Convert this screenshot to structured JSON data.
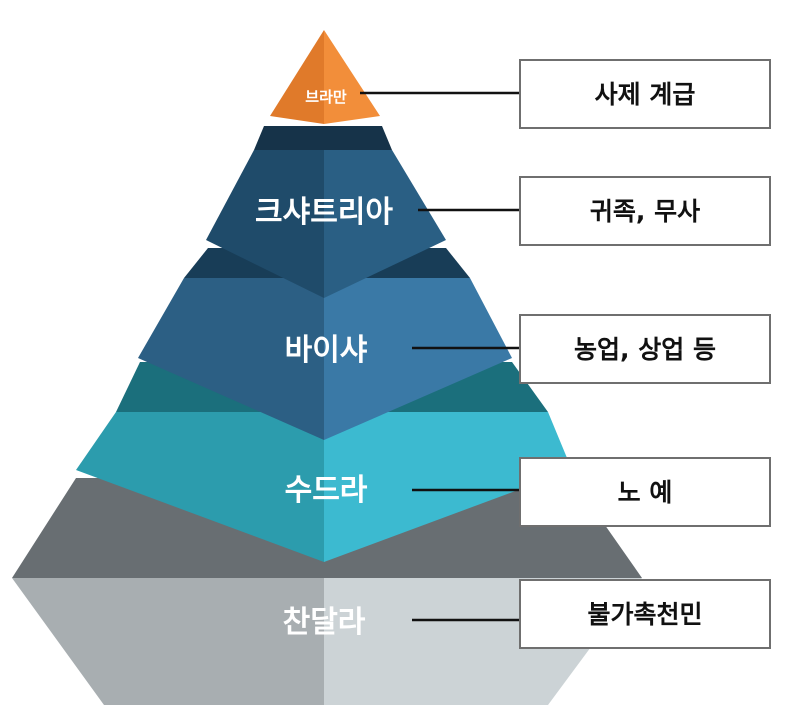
{
  "tiers": [
    {
      "name": "브라만",
      "role": "사제 계급",
      "color_left": "#e07a2a",
      "color_right": "#f28e3a"
    },
    {
      "name": "크샤트리아",
      "role": "귀족, 무사",
      "color_left": "#1f4b6a",
      "color_right": "#2a5f84"
    },
    {
      "name": "바이샤",
      "role": "농업, 상업 등",
      "color_left": "#2c5f84",
      "color_right": "#3a79a6"
    },
    {
      "name": "수드라",
      "role": "노 예",
      "color_left": "#2c9cad",
      "color_right": "#3cbad0"
    },
    {
      "name": "찬달라",
      "role": "불가촉천민",
      "color_left": "#a7adb0",
      "color_right": "#ccd3d6"
    }
  ]
}
